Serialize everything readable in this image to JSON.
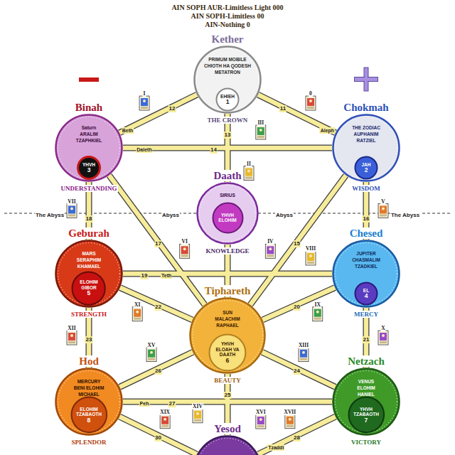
{
  "diagram": {
    "nodes": [
      {
        "text": [
          "Kether",
          "PRIMUM MOBILE",
          "CHIOTH HA QODESH",
          "METATRON",
          "THE CROWN"
        ]
      },
      {
        "text": [
          "EHIEH",
          "1"
        ],
        "in": 0
      },
      {
        "text": [
          "Binah",
          "Saturn",
          "ARALIM",
          "TZAPHKIEL",
          "UNDERSTANDING"
        ]
      },
      {
        "text": [
          "YHVH",
          "3"
        ],
        "in": 2
      },
      {
        "text": [
          "Chokmah",
          "THE ZODIAC",
          "AUPHANIM",
          "RATZIEL",
          "WISDOM"
        ]
      },
      {
        "text": [
          "JAH",
          "2"
        ],
        "in": 4
      },
      {
        "text": [
          "Daath",
          "SIRIUS",
          "KNOWLEDGE"
        ]
      },
      {
        "text": [
          "YHVH ELOHIM"
        ],
        "in": 6
      },
      {
        "text": [
          "Geburah",
          "MARS",
          "SERAPHIM",
          "KHAMAEL",
          "STRENGTH"
        ]
      },
      {
        "text": [
          "ELOHIM GIBOR",
          "5"
        ],
        "in": 8
      },
      {
        "text": [
          "Chesed",
          "JUPITER",
          "CHASMALIM",
          "TZADKIEL",
          "MERCY"
        ]
      },
      {
        "text": [
          "EL",
          "4"
        ],
        "in": 10
      },
      {
        "text": [
          "Tiphareth",
          "SUN",
          "MALACHIM",
          "RAPHAEL",
          "BEAUTY"
        ]
      },
      {
        "text": [
          "YHVH ELOAH VA DAATH",
          "6"
        ],
        "in": 12
      },
      {
        "text": [
          "Hod",
          "MERCURY",
          "BENI ELOHIM",
          "MICHAEL",
          "SPLENDOR"
        ]
      },
      {
        "text": [
          "ELOHIM TZABAOTH",
          "8"
        ],
        "in": 14
      },
      {
        "text": [
          "Netzach",
          "VENUS",
          "ELOHIM",
          "HANIEL",
          "VICTORY"
        ]
      },
      {
        "text": [
          "YHVH TZABAOTH",
          "7"
        ],
        "in": 16
      },
      {
        "text": [
          "Yesod"
        ]
      }
    ],
    "edges": [
      {
        "from": 0,
        "to": 2,
        "label": "12",
        "arrow": "none"
      },
      {
        "from": 0,
        "to": 4,
        "label": "11",
        "arrow": "none"
      },
      {
        "from": 2,
        "to": 4,
        "label": "14",
        "arrow": "none"
      },
      {
        "from": 0,
        "to": 6,
        "label": "13",
        "arrow": "none"
      },
      {
        "from": 6,
        "to": 12,
        "arrow": "none"
      },
      {
        "from": 2,
        "to": 12,
        "label": "17",
        "arrow": "none"
      },
      {
        "from": 4,
        "to": 12,
        "label": "15",
        "arrow": "none"
      },
      {
        "from": 2,
        "to": 8,
        "label": "18",
        "arrow": "none"
      },
      {
        "from": 4,
        "to": 10,
        "label": "16",
        "arrow": "none"
      },
      {
        "from": 8,
        "to": 10,
        "label": "19",
        "arrow": "none"
      },
      {
        "from": 8,
        "to": 12,
        "label": "22",
        "arrow": "none"
      },
      {
        "from": 10,
        "to": 12,
        "label": "20",
        "arrow": "none"
      },
      {
        "from": 8,
        "to": 14,
        "label": "23",
        "arrow": "none"
      },
      {
        "from": 10,
        "to": 16,
        "label": "21",
        "arrow": "none"
      },
      {
        "from": 12,
        "to": 14,
        "label": "26",
        "arrow": "none"
      },
      {
        "from": 12,
        "to": 16,
        "label": "24",
        "arrow": "none"
      },
      {
        "from": 14,
        "to": 16,
        "label": "27",
        "arrow": "none"
      },
      {
        "from": 12,
        "to": 18,
        "label": "25",
        "arrow": "none"
      },
      {
        "from": 14,
        "to": 18,
        "label": "30",
        "arrow": "none"
      },
      {
        "from": 16,
        "to": 18,
        "label": "28",
        "arrow": "none"
      }
    ],
    "labels": [
      "AIN SOPH AUR-Limitless Light 000",
      "AIN SOPH-Limitless 00",
      "AIN-Nothing 0",
      "The Abyss",
      "Abyss",
      "Abyss",
      "The Abyss",
      "Beth",
      "Aleph",
      "Daleth",
      "Teth",
      "Peh",
      "Tzaddi",
      "0",
      "I",
      "II",
      "III",
      "IV",
      "V",
      "VI",
      "VII",
      "VIII",
      "IX",
      "X",
      "XI",
      "XII",
      "XIII",
      "XIV",
      "XV",
      "XVI",
      "XVII",
      "XIX"
    ]
  }
}
